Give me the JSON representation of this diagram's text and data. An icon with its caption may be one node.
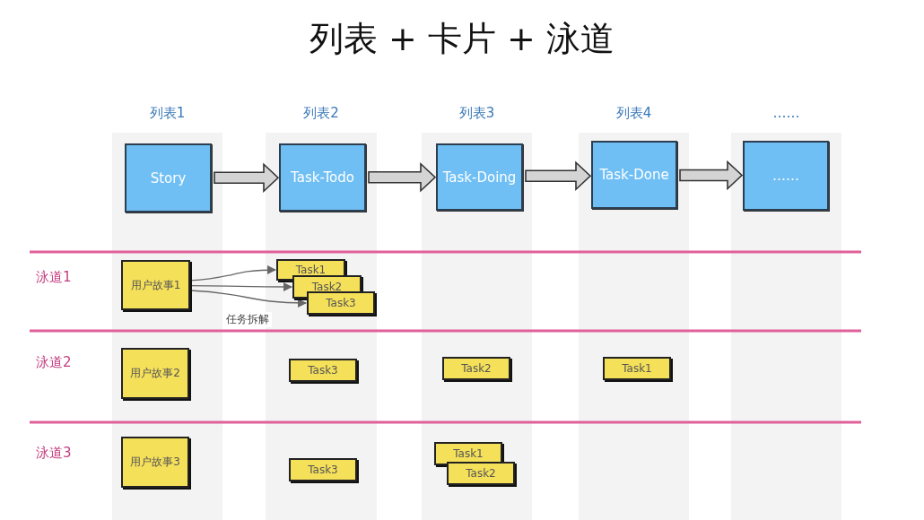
{
  "diagram": {
    "title": "列表 + 卡片 + 泳道",
    "nodes": [
      {
        "text": [
          "列表1"
        ]
      },
      {
        "text": [
          "列表2"
        ]
      },
      {
        "text": [
          "列表3"
        ]
      },
      {
        "text": [
          "列表4"
        ]
      },
      {
        "text": [
          "……"
        ]
      },
      {
        "text": [
          "Story"
        ],
        "in": 0
      },
      {
        "text": [
          "Task-Todo"
        ],
        "in": 1
      },
      {
        "text": [
          "Task-Doing"
        ],
        "in": 2
      },
      {
        "text": [
          "Task-Done"
        ],
        "in": 3
      },
      {
        "text": [
          "……"
        ],
        "in": 4
      },
      {
        "text": [
          "用户故事1"
        ],
        "in": 0
      },
      {
        "text": [
          "Task1"
        ],
        "in": 1
      },
      {
        "text": [
          "Task2"
        ],
        "in": 1
      },
      {
        "text": [
          "Task3"
        ],
        "in": 1
      },
      {
        "text": [
          "用户故事2"
        ],
        "in": 0
      },
      {
        "text": [
          "Task3"
        ],
        "in": 1
      },
      {
        "text": [
          "Task2"
        ],
        "in": 2
      },
      {
        "text": [
          "Task1"
        ],
        "in": 3
      },
      {
        "text": [
          "用户故事3"
        ],
        "in": 0
      },
      {
        "text": [
          "Task3"
        ],
        "in": 1
      },
      {
        "text": [
          "Task1"
        ],
        "in": 2
      },
      {
        "text": [
          "Task2"
        ],
        "in": 2
      }
    ],
    "edges": [
      {
        "from": 5,
        "to": 6,
        "arrow": "to"
      },
      {
        "from": 6,
        "to": 7,
        "arrow": "to"
      },
      {
        "from": 7,
        "to": 8,
        "arrow": "to"
      },
      {
        "from": 8,
        "to": 9,
        "arrow": "to"
      },
      {
        "from": 10,
        "to": 11,
        "arrow": "to"
      },
      {
        "from": 10,
        "to": 12,
        "arrow": "to"
      },
      {
        "from": 10,
        "to": 13,
        "arrow": "to",
        "label": "任务拆解"
      }
    ],
    "labels": [
      "泳道1",
      "泳道2",
      "泳道3"
    ]
  }
}
